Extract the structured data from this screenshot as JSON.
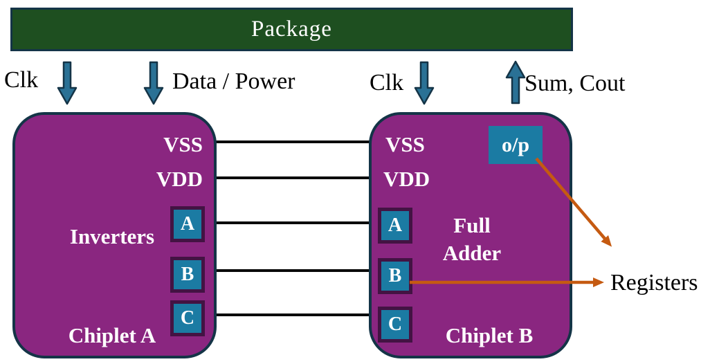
{
  "package": {
    "label": "Package"
  },
  "labels": {
    "clk_left": "Clk",
    "data_power": "Data / Power",
    "clk_right": "Clk",
    "sum_cout": "Sum, Cout",
    "registers": "Registers"
  },
  "chiplet_a": {
    "name": "Chiplet A",
    "function": "Inverters",
    "pins": [
      "VSS",
      "VDD"
    ],
    "ports": [
      "A",
      "B",
      "C"
    ]
  },
  "chiplet_b": {
    "name": "Chiplet B",
    "function_line1": "Full",
    "function_line2": "Adder",
    "pins": [
      "VSS",
      "VDD"
    ],
    "ports": [
      "A",
      "B",
      "C"
    ],
    "output": "o/p"
  },
  "colors": {
    "package-green": "#1e4f20",
    "outline-navy": "#143447",
    "chiplet-purple": "#8a2680",
    "port-teal": "#1b7ba3",
    "port-border": "#431343",
    "arrow-teal": "#2a7195",
    "arrow-orange": "#c55a11",
    "wire-black": "#0a0a0a",
    "text-white": "#ffffff",
    "text-black": "#000000"
  }
}
